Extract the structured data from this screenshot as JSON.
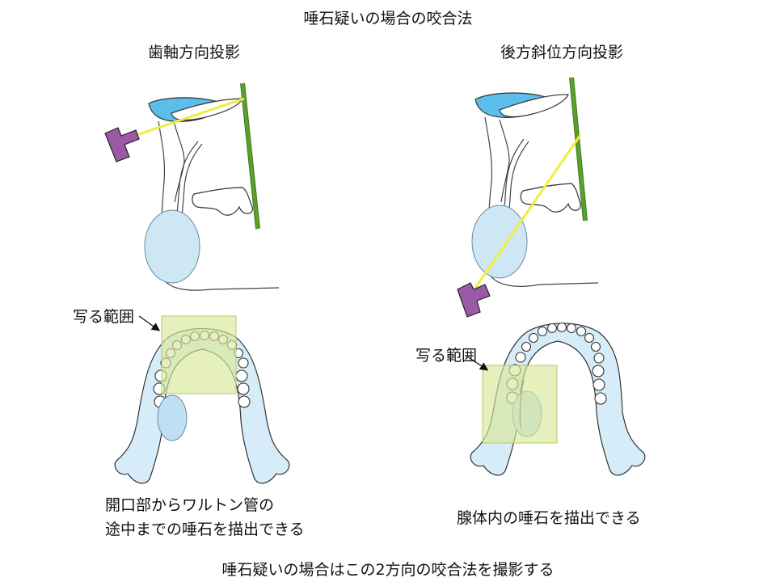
{
  "title": "唾石疑いの場合の咬合法",
  "left_panel": {
    "heading": "歯軸方向投影",
    "area_label": "写る範囲",
    "caption_line1": "開口部からワルトン管の",
    "caption_line2": "途中までの唾石を描出できる"
  },
  "right_panel": {
    "heading": "後方斜位方向投影",
    "area_label": "写る範囲",
    "caption": "腺体内の唾石を描出できる"
  },
  "conclusion": "唾石疑いの場合はこの2方向の咬合法を撮影する",
  "colors": {
    "tongue_blue": "#5bbfea",
    "gland_blue": "#cde7f5",
    "bone_blue": "#d6ecf8",
    "beam_yellow": "#f2ee3a",
    "film_green": "#5aa02c",
    "tube_purple": "#9b5aa7",
    "area_green": "#d9e89a"
  },
  "icons": [
    "xray-tube-icon",
    "film-icon",
    "arrow-icon"
  ]
}
